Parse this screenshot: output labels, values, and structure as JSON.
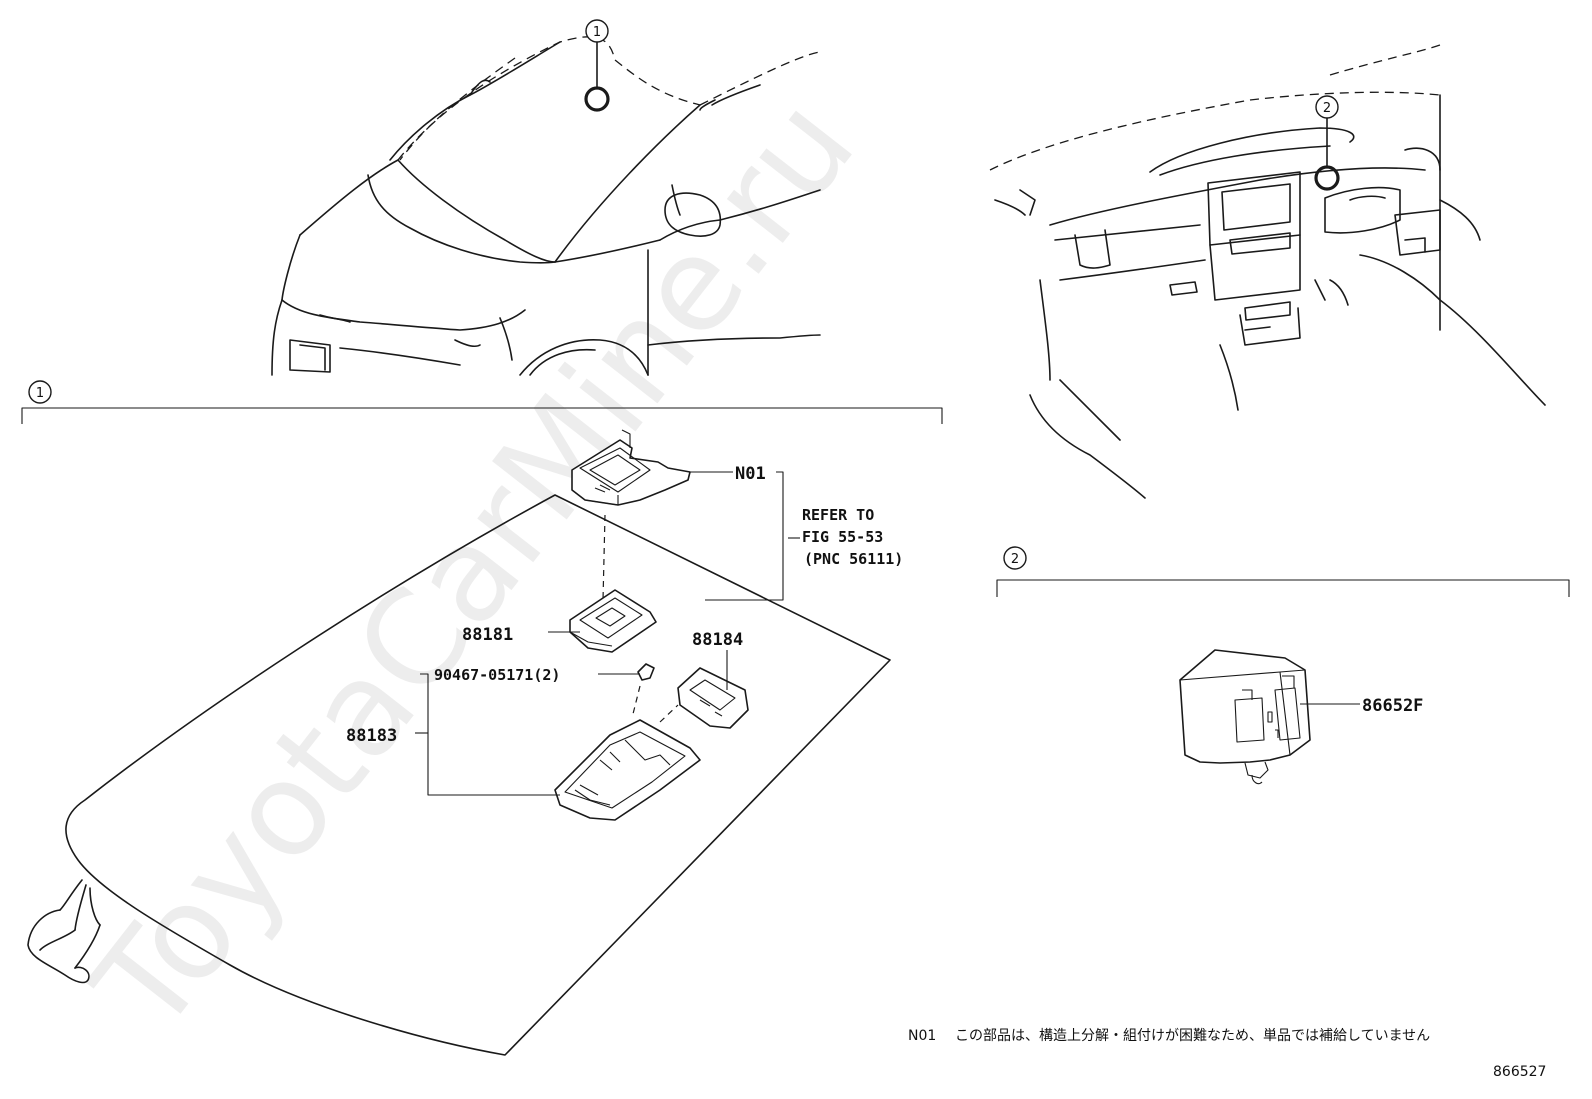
{
  "watermark": "ToyotaCarMine.ru",
  "callouts": {
    "ref1": "1",
    "ref2": "2"
  },
  "labels": {
    "n01": "N01",
    "refer_line1": "REFER TO",
    "refer_line2": "FIG 55-53",
    "refer_line3": "(PNC 56111)",
    "p88181": "88181",
    "p88184": "88184",
    "p90467": "90467-05171(2)",
    "p88183": "88183",
    "p86652f": "86652F"
  },
  "footer": {
    "note_code": "N01",
    "note_text": "この部品は、構造上分解・組付けが困難なため、単品では補給していません",
    "figure_number": "866527"
  }
}
